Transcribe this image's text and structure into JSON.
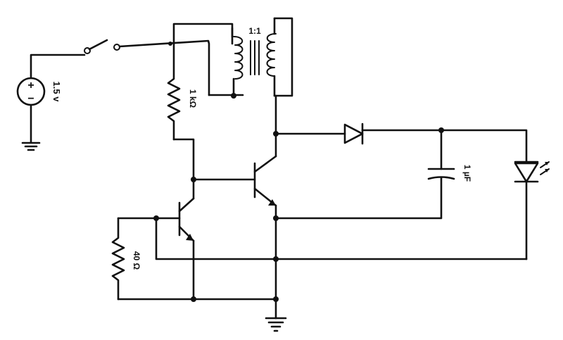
{
  "labels": {
    "battery_voltage": "1.5 v",
    "battery_plus": "+",
    "battery_minus": "−",
    "transformer_ratio": "1:1",
    "resistor_top": "1 kΩ",
    "resistor_bottom": "40 Ω",
    "capacitor_value": "1 µF"
  },
  "components": {
    "battery": "battery-source",
    "switch": "spst-switch",
    "transformer": "transformer-1-1",
    "resistors": [
      "resistor-1k",
      "resistor-40"
    ],
    "transistors": [
      "transistor-q1",
      "transistor-q2"
    ],
    "diode": "rectifier-diode",
    "capacitor": "capacitor-1uf",
    "led": "light-emitting-diode"
  }
}
